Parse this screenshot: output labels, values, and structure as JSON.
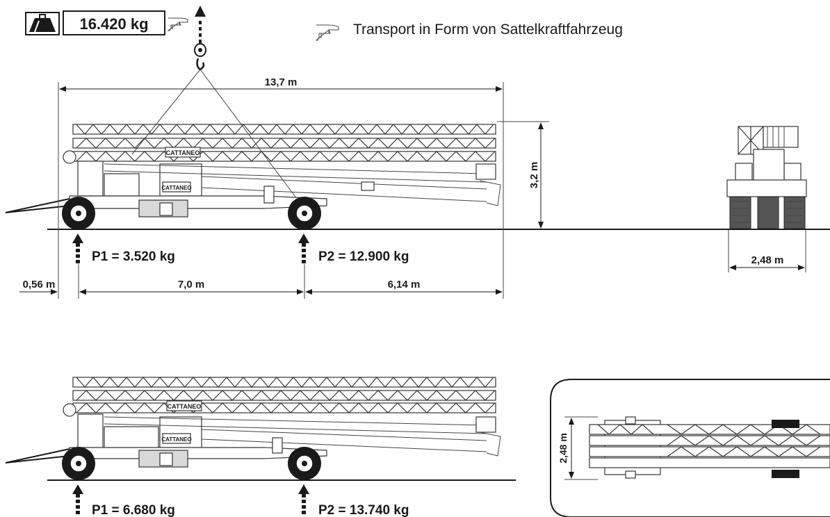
{
  "weight_box": {
    "value": "16.420 kg"
  },
  "transport_note": "Transport in Form von Sattelkraftfahrzeug",
  "dims": {
    "length_total": "13,7 m",
    "height": "3,2 m",
    "width_rear": "2,48 m",
    "overhang": "0,56 m",
    "wheelbase": "7,0 m",
    "rear_span": "6,14 m",
    "width_top": "2,48 m"
  },
  "loads_upper": {
    "p1": "P1 = 3.520 kg",
    "p2": "P2 = 12.900 kg"
  },
  "loads_lower": {
    "p1": "P1 = 6.680 kg",
    "p2": "P2 = 13.740 kg"
  },
  "brand": "CATTANEO",
  "icons": {
    "weight": "weight-icon",
    "pointing_hand": "pointing-hand-icon",
    "lift_arrow": "lift-arrow-icon",
    "support_arrow": "support-arrow-icon"
  }
}
